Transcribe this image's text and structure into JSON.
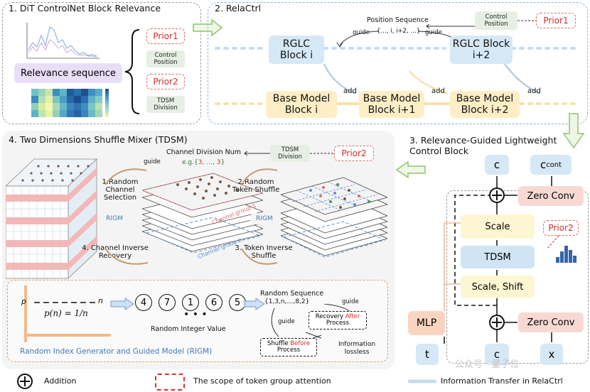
{
  "panel1": {
    "title": "1. DiT ControlNet Block Relevance",
    "relevance": "Relevance sequence",
    "prior1": "Prior1",
    "control_position": "Control Position",
    "prior2": "Prior2",
    "tdsm_division": "TDSM Division"
  },
  "panel2": {
    "title": "2. RelaCtrl",
    "position_sequence": "Position Sequence",
    "sequence_value": "{…, i, i+2, …}",
    "guide_left": "guide",
    "guide_right": "guide",
    "control_position": "Control Position",
    "prior1": "Prior1",
    "rglc_i": "RGLC Block i",
    "rglc_i2": "RGLC Block i+2",
    "base_i": "Base Model Block i",
    "base_i1": "Base Model Block i+1",
    "base_i2": "Base Model Block i+2",
    "add1": "add",
    "add2": "add",
    "add3": "add"
  },
  "panel3": {
    "title": "3. Relevance-Guided Lightweight Control Block",
    "c_top": "c",
    "c_cont": "c",
    "c_cont_sub": "cont",
    "zero_conv_top": "Zero Conv",
    "scale": "Scale",
    "prior2": "Prior2",
    "tdsm": "TDSM",
    "scale_shift": "Scale, Shift",
    "mlp": "MLP",
    "zero_conv_bottom": "Zero Conv",
    "t": "t",
    "c_bottom": "c",
    "x": "x"
  },
  "panel4": {
    "title": "4. Two Dimensions Shuffle Mixer (TDSM)",
    "channel_division_num": "Channel Division Num",
    "eg_prefix": "e.g.{",
    "eg_3a": "3",
    "eg_mid": ", …, ",
    "eg_3b": "3",
    "eg_suffix": "}",
    "tdsm_division": "TDSM Division",
    "prior2": "Prior2",
    "guide": "guide",
    "step1": "1.Random Channel Selection",
    "step2": "2.Random Token Shuffle",
    "step3": "3. Token Inverse Shuffle",
    "step4": "4. Channel Inverse Recovery",
    "rigm_left": "RIGM",
    "rigm_right": "RIGM",
    "channel_group_1": "Channel group 1",
    "channel_group_n": "Channel group n",
    "rigm_box": {
      "title": "Random Index Generator and Guided Model (RIGM)",
      "p": "p",
      "n": "n",
      "formula": "p(n) = 1/n",
      "integers": [
        "4",
        "7",
        "1",
        "6",
        "5"
      ],
      "random_integer_value": "Random Integer Value",
      "random_sequence": "Random Sequence",
      "sequence_value": "{1,3,n,…,8,2}",
      "guide_left": "guide",
      "guide_right": "guide",
      "shuffle_before_prefix": "Shuffle ",
      "shuffle_before_red": "Before",
      "shuffle_before_suffix": "Process",
      "recovery_after_prefix": "Recovery ",
      "recovery_after_red": "After",
      "recovery_after_suffix": "Process",
      "info_lossless": "Information lossless"
    }
  },
  "legend": {
    "addition": "Addition",
    "scope": "The scope of token group attention",
    "transfer": "Information Transfer in RelaCtrl"
  },
  "watermark": "公众号 · 量子位"
}
